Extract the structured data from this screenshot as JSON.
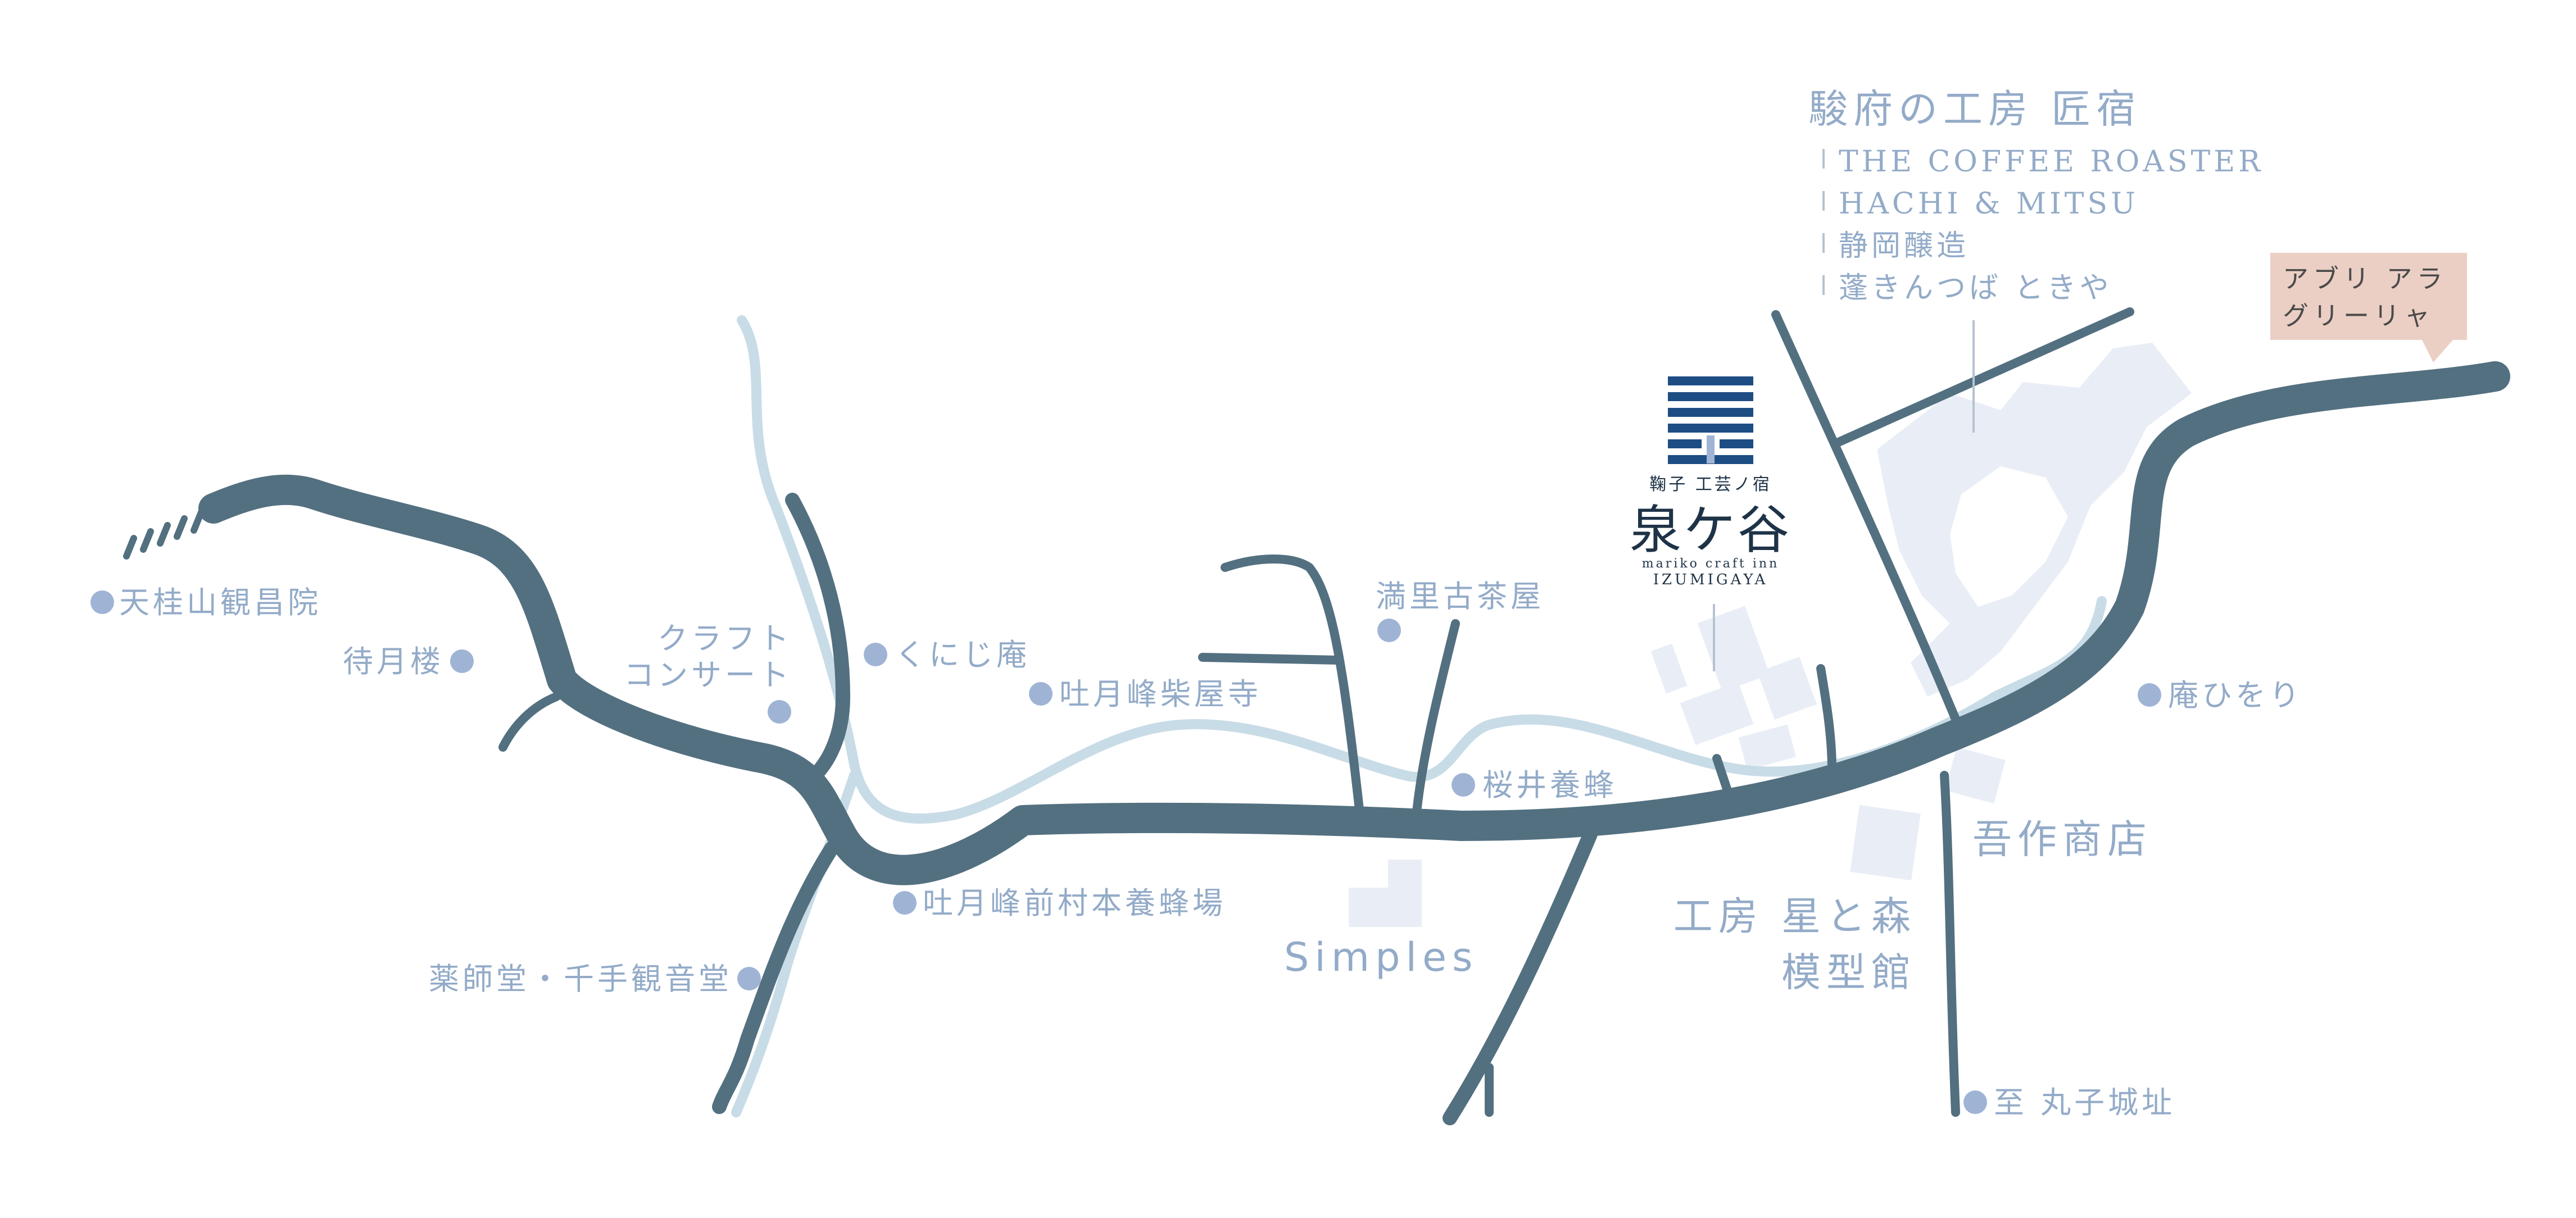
{
  "colors": {
    "road": "#537080",
    "river": "#c8dce7",
    "label": "#93abc8",
    "marker": "#9fb4d5",
    "building": "#e9eef6",
    "callout_bg": "#ebcfc4",
    "logo_blue": "#1e4d84"
  },
  "places": {
    "tenkeisan": "天桂山観昌院",
    "taigetsuro": "待月楼",
    "craft_concert_1": "クラフト",
    "craft_concert_2": "コンサート",
    "kunijian": "くにじ庵",
    "tohoji": "吐月峰柴屋寺",
    "mantea": "満里古茶屋",
    "sakurai": "桜井養蜂",
    "maemura": "吐月峰前村本養蜂場",
    "yakushido": "薬師堂・千手観音堂",
    "simples": "Simples",
    "hoshimori_1": "工房 星と森",
    "hoshimori_2": "模型館",
    "gosaku": "吾作商店",
    "anhiwori": "庵ひをり",
    "marikojo": "至 丸子城址"
  },
  "sunpu": {
    "title": "駿府の工房 匠宿",
    "shops": [
      "THE COFFEE ROASTER",
      "HACHI & MITSU",
      "静岡醸造",
      "蓬きんつば ときや"
    ]
  },
  "callout": {
    "line1": "アブリ アラ",
    "line2": "グリーリャ"
  },
  "logo": {
    "tagline": "鞠子 工芸ノ宿",
    "name": "泉ケ谷",
    "romaji": "mariko craft inn",
    "roman_name": "IZUMIGAYA",
    "icon": "izumigaya-mark-icon"
  }
}
